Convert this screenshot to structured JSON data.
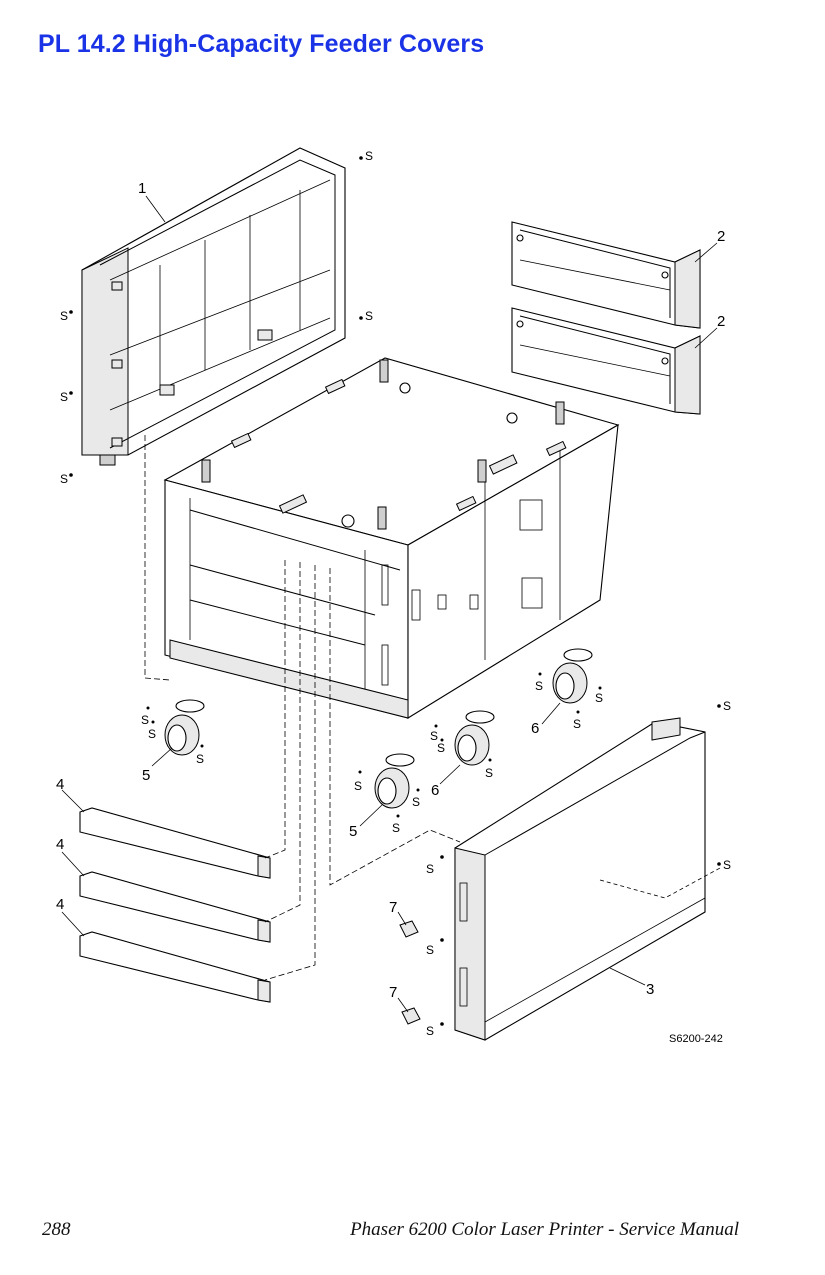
{
  "page": {
    "title": "PL 14.2 High-Capacity Feeder Covers",
    "page_number": "288",
    "manual_title": "Phaser 6200 Color Laser Printer - Service Manual"
  },
  "figure": {
    "id_label": "S6200-242",
    "screw_label": "S",
    "callouts": {
      "c1": "1",
      "c2a": "2",
      "c2b": "2",
      "c3": "3",
      "c4a": "4",
      "c4b": "4",
      "c4c": "4",
      "c5a": "5",
      "c5b": "5",
      "c6a": "6",
      "c6b": "6",
      "c7a": "7",
      "c7b": "7"
    }
  }
}
